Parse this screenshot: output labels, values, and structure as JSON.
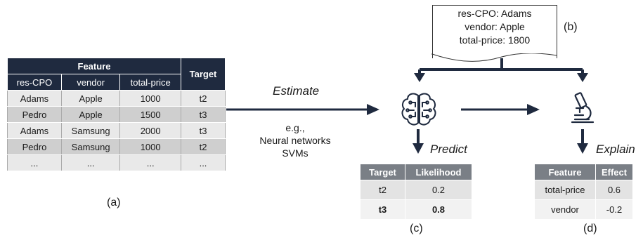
{
  "table_a": {
    "group_header": "Feature",
    "target_header": "Target",
    "columns": [
      "res-CPO",
      "vendor",
      "total-price"
    ],
    "rows": [
      [
        "Adams",
        "Apple",
        "1000",
        "t2"
      ],
      [
        "Pedro",
        "Apple",
        "1500",
        "t3"
      ],
      [
        "Adams",
        "Samsung",
        "2000",
        "t3"
      ],
      [
        "Pedro",
        "Samsung",
        "1000",
        "t2"
      ],
      [
        "...",
        "...",
        "...",
        "..."
      ]
    ],
    "caption": "(a)"
  },
  "estimate": {
    "label": "Estimate",
    "eg_line1": "e.g.,",
    "eg_line2": "Neural networks",
    "eg_line3": "SVMs"
  },
  "document": {
    "line1": "res-CPO: Adams",
    "line2": "vendor: Apple",
    "line3": "total-price: 1800",
    "caption": "(b)"
  },
  "predict": {
    "label": "Predict",
    "headers": [
      "Target",
      "Likelihood"
    ],
    "rows": [
      [
        "t2",
        "0.2"
      ],
      [
        "t3",
        "0.8"
      ]
    ],
    "caption": "(c)"
  },
  "explain": {
    "label": "Explain",
    "headers": [
      "Feature",
      "Effect"
    ],
    "rows": [
      [
        "total-price",
        "0.6"
      ],
      [
        "vendor",
        "-0.2"
      ]
    ],
    "caption": "(d)"
  },
  "icons": [
    "brain-icon",
    "microscope-icon"
  ],
  "colors": {
    "navy": "#1f2a3f",
    "gray_header": "#7a7f86"
  }
}
